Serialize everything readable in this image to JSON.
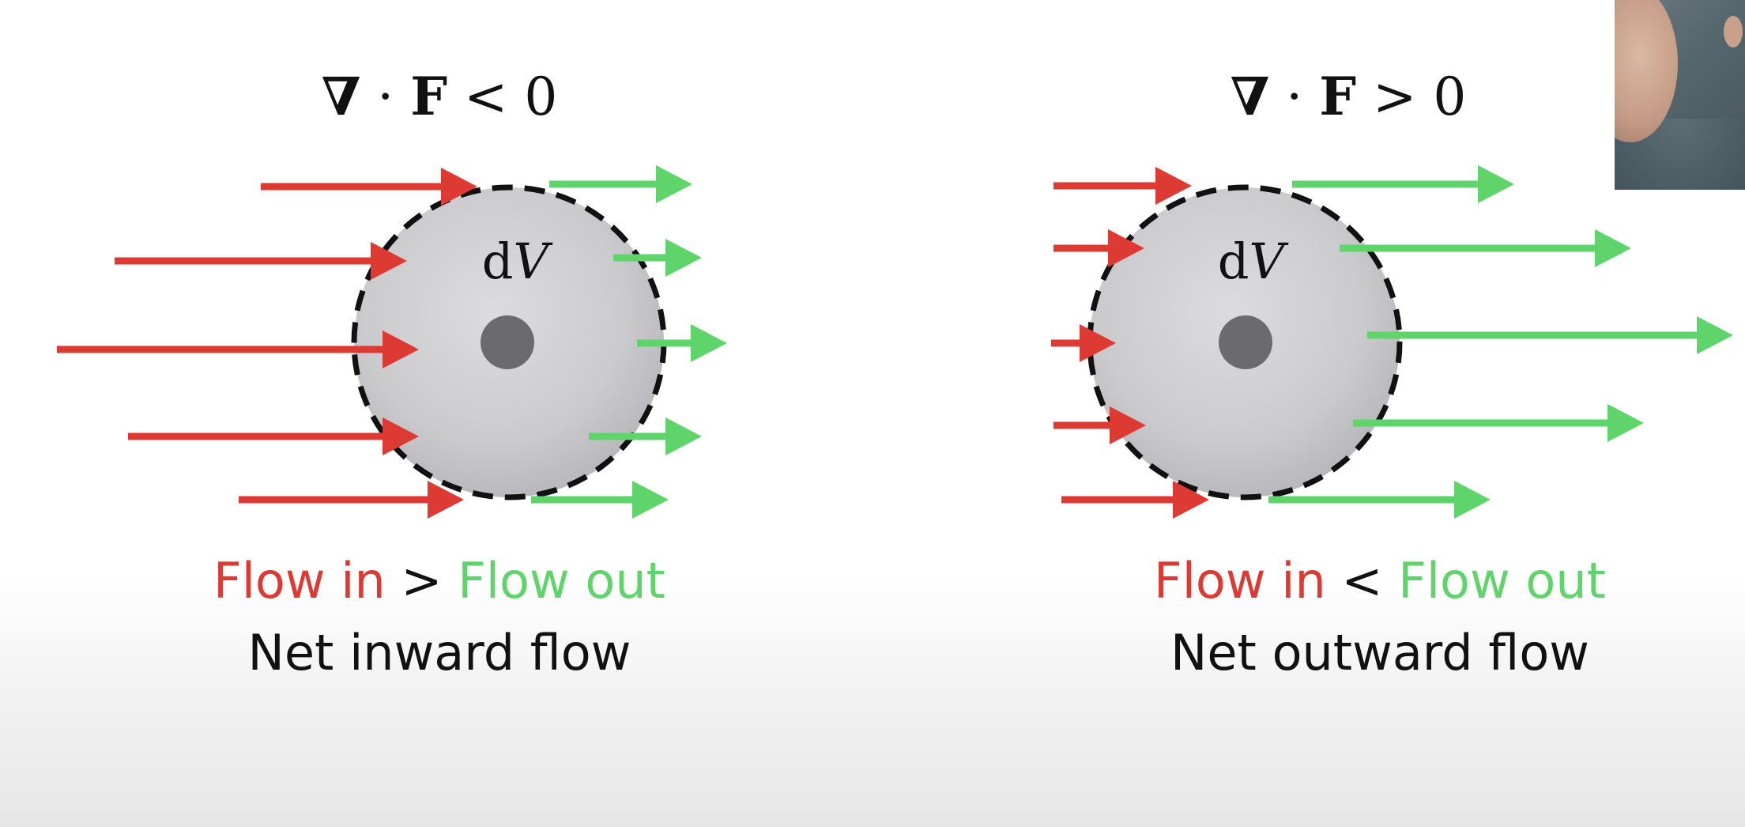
{
  "left_panel": {
    "equation": {
      "nabla": "∇",
      "dot": " · ",
      "field": "F",
      "relation": " < ",
      "zero": "0"
    },
    "volume_label": {
      "d": "d",
      "v": "V"
    },
    "caption_line1": {
      "flow_in": "Flow in",
      "comparator": " > ",
      "flow_out": "Flow out"
    },
    "caption_line2": "Net inward flow"
  },
  "right_panel": {
    "equation": {
      "nabla": "∇",
      "dot": " · ",
      "field": "F",
      "relation": " > ",
      "zero": "0"
    },
    "volume_label": {
      "d": "d",
      "v": "V"
    },
    "caption_line1": {
      "flow_in": "Flow in",
      "comparator": " < ",
      "flow_out": "Flow out"
    },
    "caption_line2": "Net outward flow"
  },
  "colors": {
    "inflow": "#dd3a34",
    "outflow": "#5fd46a",
    "sphere": "#cfcfd2",
    "center_dot": "#6b6b6e",
    "boundary": "#111111",
    "text": "#111111"
  }
}
